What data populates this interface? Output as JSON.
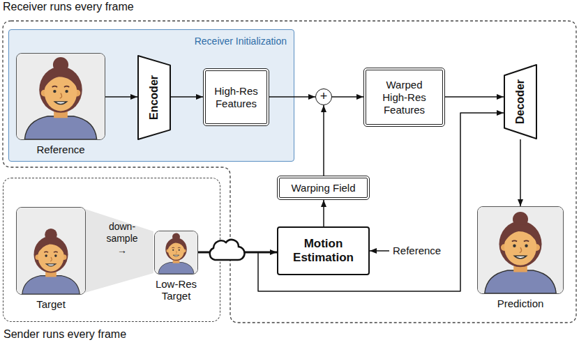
{
  "diagram": {
    "nodes": [
      {
        "text": [
          "Receiver runs every frame"
        ]
      },
      {
        "text": [
          "Receiver Initialization"
        ],
        "in": 0
      },
      {
        "text": [
          "Reference"
        ],
        "in": 1
      },
      {
        "text": [
          "Encoder"
        ],
        "in": 1
      },
      {
        "text": [
          "High-Res Features"
        ],
        "in": 1
      },
      {
        "text": [
          "+"
        ],
        "in": 0
      },
      {
        "text": [
          "Warped High-Res Features"
        ],
        "in": 0
      },
      {
        "text": [
          "Decoder"
        ],
        "in": 0
      },
      {
        "text": [
          "Warping Field"
        ],
        "in": 0
      },
      {
        "text": [
          "Motion Estimation"
        ],
        "in": 0
      },
      {
        "text": [
          "Prediction"
        ],
        "in": 0
      },
      {
        "text": [
          "Sender runs every frame"
        ]
      },
      {
        "text": [
          "Target"
        ],
        "in": 11
      },
      {
        "text": [
          "Low-Res Target"
        ],
        "in": 11
      }
    ],
    "edges": [
      {
        "from": 2,
        "to": 3,
        "arrow": "to"
      },
      {
        "from": 3,
        "to": 4,
        "arrow": "to"
      },
      {
        "from": 4,
        "to": 5,
        "arrow": "to"
      },
      {
        "from": 5,
        "to": 6,
        "arrow": "to"
      },
      {
        "from": 6,
        "to": 7,
        "arrow": "to"
      },
      {
        "from": 8,
        "to": 5,
        "arrow": "to"
      },
      {
        "from": 9,
        "to": 8,
        "arrow": "to"
      },
      {
        "from": 13,
        "to": 9,
        "arrow": "to"
      },
      {
        "from": 13,
        "to": 7,
        "arrow": "to"
      },
      {
        "from": 7,
        "to": 10,
        "arrow": "to"
      }
    ],
    "labels": [
      "down- sample →",
      "Reference"
    ]
  }
}
